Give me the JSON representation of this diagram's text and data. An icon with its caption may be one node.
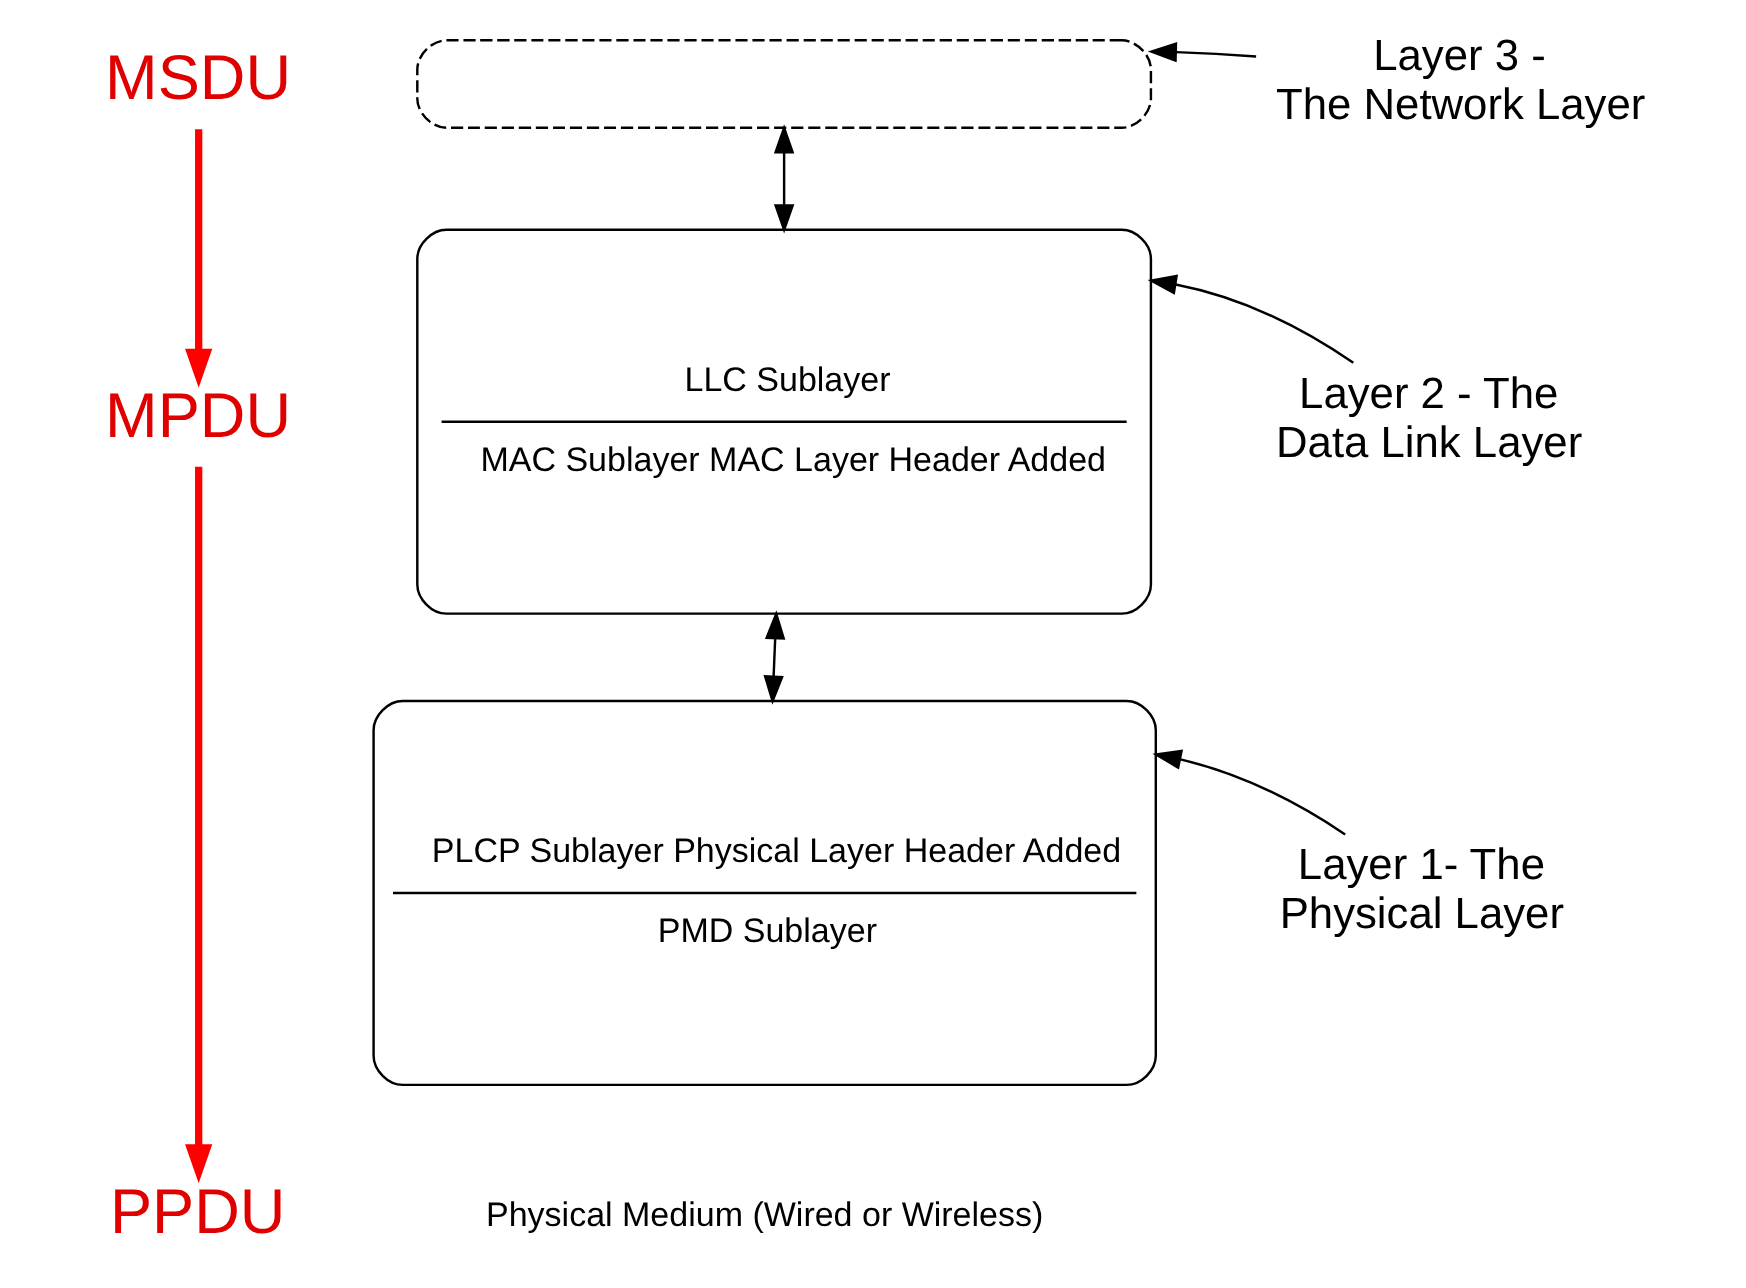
{
  "diagram": {
    "nodes": [
      {
        "text": [],
        "shape": "box"
      },
      {
        "text": [
          "LLC Sublayer",
          "MAC Sublayer MAC Layer Header Added"
        ]
      },
      {
        "text": [
          "PLCP Sublayer Physical Layer Header Added",
          "PMD Sublayer"
        ]
      },
      {
        "text": [
          "Layer 3 - The Network Layer"
        ]
      },
      {
        "text": [
          "Layer 2 - The Data Link Layer"
        ]
      },
      {
        "text": [
          "Layer 1- The Physical Layer"
        ]
      },
      {
        "text": [
          "MSDU"
        ]
      },
      {
        "text": [
          "MPDU"
        ]
      },
      {
        "text": [
          "PPDU"
        ]
      }
    ],
    "edges": [
      {
        "from": 0,
        "to": 1,
        "arrow": "both"
      },
      {
        "from": 1,
        "to": 2,
        "arrow": "both"
      },
      {
        "from": 3,
        "to": 0,
        "arrow": "to"
      },
      {
        "from": 4,
        "to": 1,
        "arrow": "to"
      },
      {
        "from": 5,
        "to": 2,
        "arrow": "to"
      },
      {
        "from": 6,
        "to": 7,
        "arrow": "to",
        "style": "thick",
        "color": "#ff0000"
      },
      {
        "from": 7,
        "to": 8,
        "arrow": "to",
        "style": "thick",
        "color": "#ff0000"
      }
    ],
    "labels": [
      "Physical Medium (Wired or Wireless)"
    ]
  }
}
